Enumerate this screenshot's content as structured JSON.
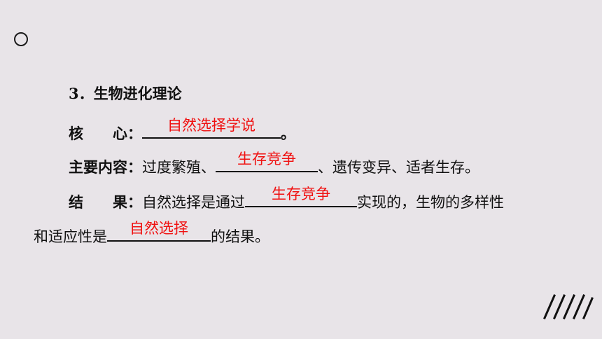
{
  "heading": "3．生物进化理论",
  "core": {
    "label_a": "核",
    "label_b": "心：",
    "answer": "自然选择学说",
    "tail": "。"
  },
  "content": {
    "label": "主要内容：",
    "text_before": "过度繁殖、",
    "answer": "生存竞争",
    "text_after": "、遗传变异、适者生存。"
  },
  "result": {
    "label_a": "结",
    "label_b": "果：",
    "text_before": "自然选择是通过",
    "answer": "生存竞争",
    "text_after": "实现的，生物的多样性",
    "line2_before": "和适应性是",
    "answer2": "自然选择",
    "line2_after": "的结果。"
  },
  "colors": {
    "background": "#e8e4e8",
    "answer_red": "#f01010",
    "text": "#111111"
  },
  "icons": [
    "circle-mark-icon",
    "hatch-lines-icon"
  ]
}
